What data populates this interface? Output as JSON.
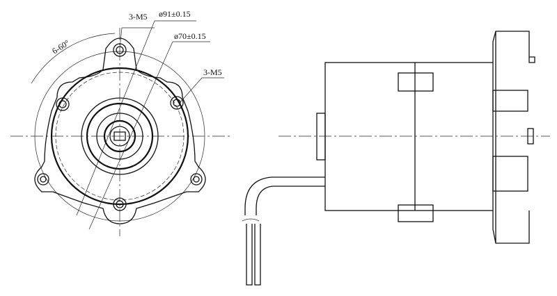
{
  "annotations": {
    "mount_holes_top": "3-M5",
    "outer_diameter": "ø91±0.15",
    "inner_diameter": "ø70±0.15",
    "mount_holes_side": "3-M5",
    "angle_spacing": "6-60°"
  }
}
